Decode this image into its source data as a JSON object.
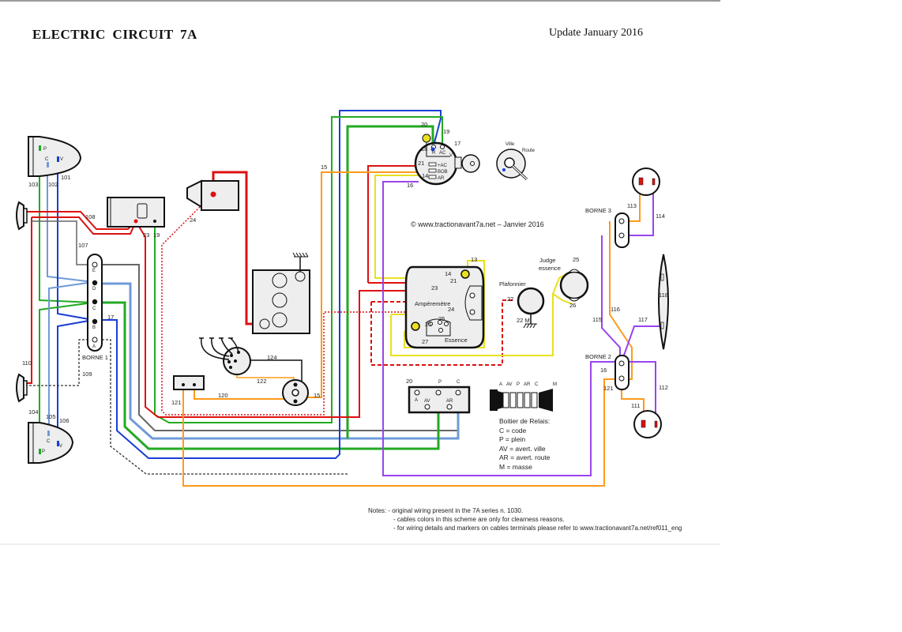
{
  "header": {
    "title": "ELECTRIC  CIRCUIT   7A",
    "update": "Update January  2016"
  },
  "copyright": "© www.tractionavant7a.net – Janvier 2016",
  "components": {
    "headlamp_front": {
      "terminals": [
        "P",
        "C",
        "V"
      ],
      "wires": [
        "103",
        "102",
        "101"
      ]
    },
    "headlamp_rear": {
      "terminals": [
        "P",
        "C",
        "V"
      ],
      "wires": [
        "104",
        "105",
        "106"
      ]
    },
    "borne1": {
      "label": "BORNE 1",
      "terminals": [
        "E",
        "D",
        "C",
        "B",
        "A"
      ]
    },
    "borne2": {
      "label": "BORNE 2"
    },
    "borne3": {
      "label": "BORNE 3"
    },
    "switch": {
      "terminals": [
        "R",
        "AC",
        "V",
        "+AC",
        "BOB",
        "AR"
      ]
    },
    "light_selector": {
      "positions": [
        "Ville",
        "Route"
      ]
    },
    "ammeter": {
      "label": "Ampéremètre",
      "sub_label": "Essence"
    },
    "plafonnier": {
      "label": "Plafonnier",
      "ground": "22 M"
    },
    "judge": {
      "label_line1": "Judge",
      "label_line2": "essence"
    },
    "relay_box": {
      "terminals_top": [
        "A",
        "P",
        "C"
      ],
      "terminals_bottom": [
        "AV",
        "AR"
      ],
      "wire": "20"
    },
    "relay_connector": {
      "labels": [
        "A",
        "AV",
        "P",
        "AR",
        "C",
        "M"
      ]
    }
  },
  "wire_labels": {
    "w101": "101",
    "w102": "102",
    "w103": "103",
    "w104": "104",
    "w105": "105",
    "w106": "106",
    "w107": "107",
    "w108": "108",
    "w109": "109",
    "w110": "110",
    "w111": "111",
    "w112": "112",
    "w113": "113",
    "w114": "114",
    "w115": "115",
    "w116": "116",
    "w117": "117",
    "w118": "118",
    "w120": "120",
    "w121a": "121",
    "w121b": "121",
    "w122": "122",
    "w124": "124",
    "w13": "13",
    "w14a": "14",
    "w14b": "14",
    "w15a": "15",
    "w15b": "15",
    "w16a": "16",
    "w16b": "16",
    "w17a": "17",
    "w17b": "17",
    "w18": "18",
    "w19a": "19",
    "w19b": "19",
    "w20a": "20",
    "w20b": "20",
    "w21a": "21",
    "w21b": "21",
    "w22": "22",
    "w23a": "23",
    "w23b": "23",
    "w24a": "24",
    "w24b": "24",
    "w25a": "25",
    "w25b": "25",
    "w26a": "26",
    "w26b": "26",
    "w27": "27"
  },
  "relay_legend": {
    "title": "Boitier de Relais:",
    "items": [
      "C = code",
      "P = plein",
      "AV = avert. ville",
      "AR = avert. route",
      "M = masse"
    ]
  },
  "notes": {
    "line1": "Notes: - original wiring present in the 7A series n. 1030.",
    "line2": "- cables colors in this scheme are only for clearness reasons.",
    "line3": "- for wiring details and markers on cables terminals please refer to www.tractionavant7a.net/ref011_eng"
  },
  "colors": {
    "red": "#dd1111",
    "green": "#22aa22",
    "blue": "#1a3fd6",
    "lightblue": "#6f9bd8",
    "orange": "#ff9a1a",
    "yellow": "#e8e020",
    "purple": "#9a44ee",
    "black": "#111111",
    "grey": "#666666",
    "fill": "#eeeeee"
  }
}
